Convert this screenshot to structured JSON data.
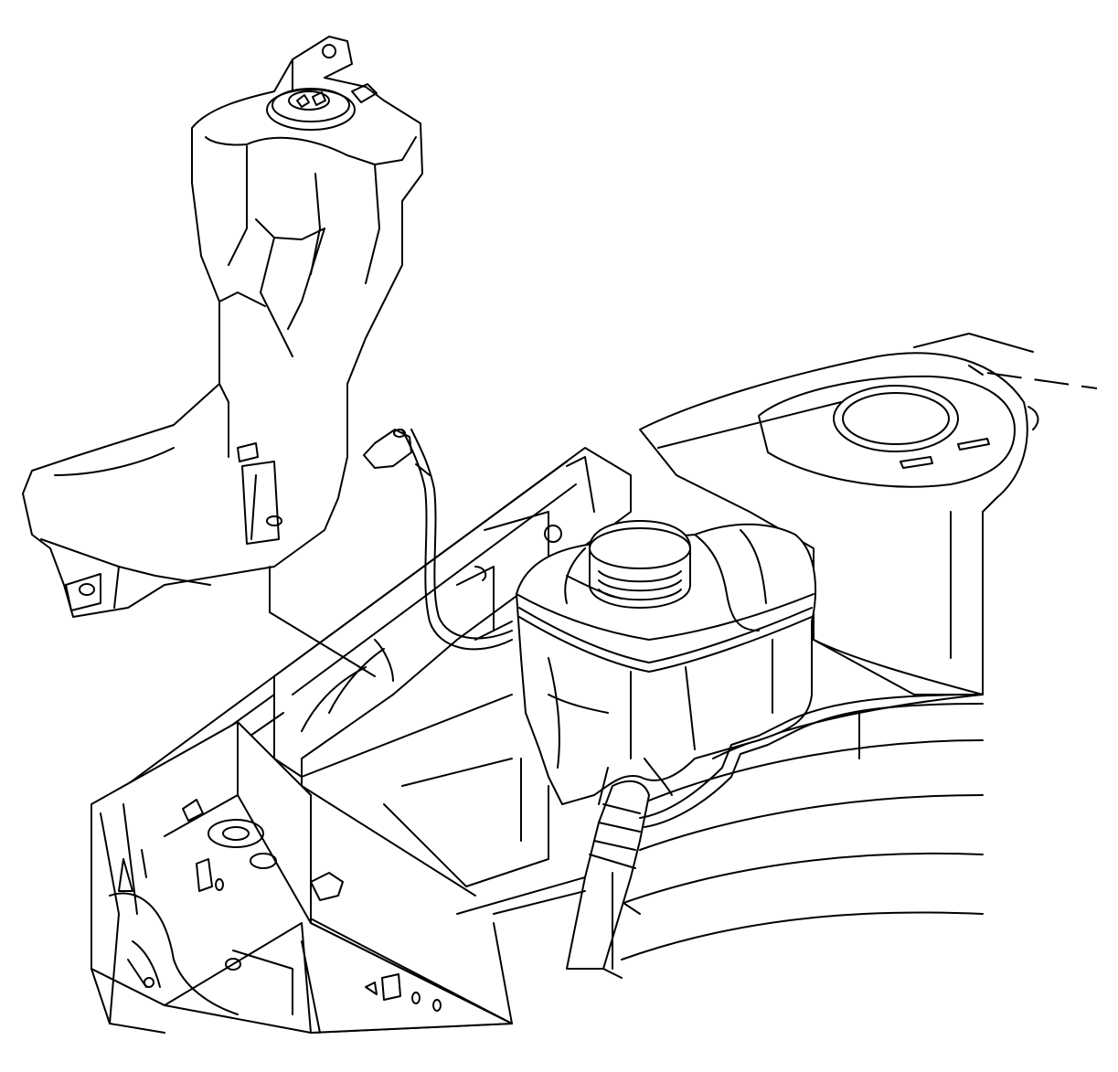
{
  "diagram": {
    "style": "black line-art illustration",
    "colors": {
      "line": "#000000",
      "background": "#ffffff"
    },
    "parts": [
      {
        "id": "washer-reservoir",
        "label": ""
      },
      {
        "id": "washer-fill-cap",
        "label": ""
      },
      {
        "id": "washer-hose",
        "label": ""
      },
      {
        "id": "coolant-surge-tank",
        "label": ""
      },
      {
        "id": "surge-tank-cap",
        "label": ""
      },
      {
        "id": "coolant-outlet-hose",
        "label": ""
      },
      {
        "id": "strut-tower",
        "label": ""
      },
      {
        "id": "front-frame-rail",
        "label": ""
      },
      {
        "id": "radiator-support",
        "label": ""
      }
    ]
  }
}
